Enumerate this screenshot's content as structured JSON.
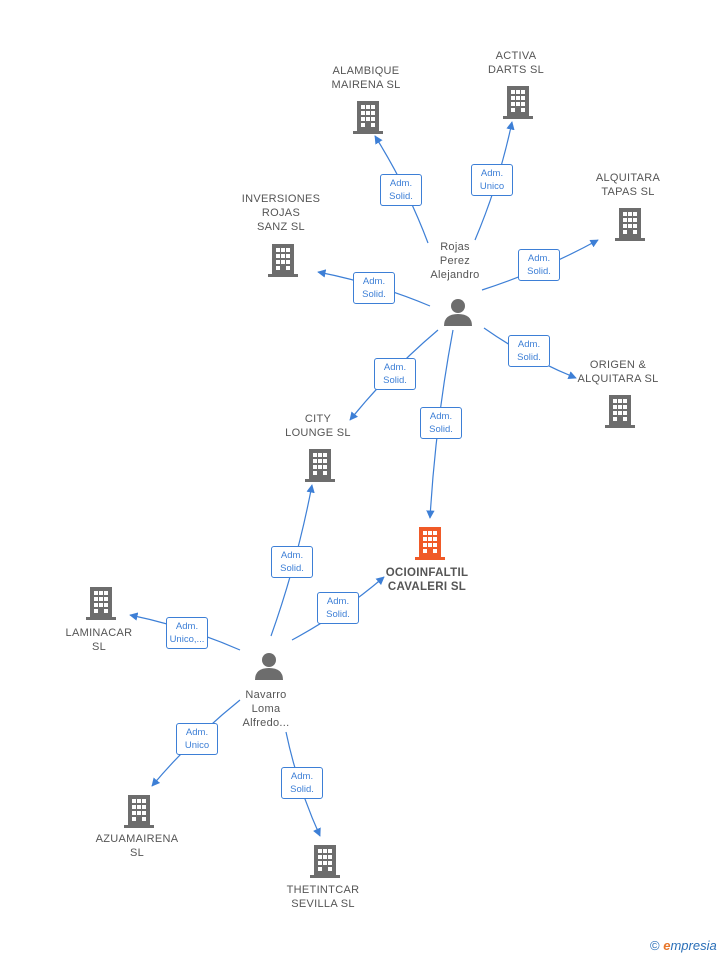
{
  "colors": {
    "edge": "#3d7fd6",
    "building": "#6d6d6d",
    "building_main": "#f05a28",
    "person": "#6d6d6d"
  },
  "people": [
    {
      "id": "rojas",
      "label": "Rojas\nPerez\nAlejandro"
    },
    {
      "id": "navarro",
      "label": "Navarro\nLoma\nAlfredo..."
    }
  ],
  "companies": [
    {
      "id": "alambique",
      "label": "ALAMBIQUE\nMAIRENA SL"
    },
    {
      "id": "activa",
      "label": "ACTIVA\nDARTS SL"
    },
    {
      "id": "alquitara_tapas",
      "label": "ALQUITARA\nTAPAS SL"
    },
    {
      "id": "inversiones",
      "label": "INVERSIONES\nROJAS\nSANZ SL"
    },
    {
      "id": "origen",
      "label": "ORIGEN &\nALQUITARA SL"
    },
    {
      "id": "city",
      "label": "CITY\nLOUNGE SL"
    },
    {
      "id": "ocioinfaltil",
      "label": "OCIOINFALTIL\nCAVALERI SL",
      "main": true
    },
    {
      "id": "laminacar",
      "label": "LAMINACAR\nSL"
    },
    {
      "id": "azuamairena",
      "label": "AZUAMAIRENA\nSL"
    },
    {
      "id": "thetintcar",
      "label": "THETINTCAR\nSEVILLA SL"
    }
  ],
  "relations": [
    {
      "from": "rojas",
      "to": "alambique",
      "label": [
        "Adm.",
        "Solid."
      ]
    },
    {
      "from": "rojas",
      "to": "activa",
      "label": [
        "Adm.",
        "Unico"
      ]
    },
    {
      "from": "rojas",
      "to": "alquitara_tapas",
      "label": [
        "Adm.",
        "Solid."
      ]
    },
    {
      "from": "rojas",
      "to": "inversiones",
      "label": [
        "Adm.",
        "Solid."
      ]
    },
    {
      "from": "rojas",
      "to": "origen",
      "label": [
        "Adm.",
        "Solid."
      ]
    },
    {
      "from": "rojas",
      "to": "city",
      "label": [
        "Adm.",
        "Solid."
      ]
    },
    {
      "from": "rojas",
      "to": "ocioinfaltil",
      "label": [
        "Adm.",
        "Solid."
      ]
    },
    {
      "from": "navarro",
      "to": "city",
      "label": [
        "Adm.",
        "Solid."
      ]
    },
    {
      "from": "navarro",
      "to": "ocioinfaltil",
      "label": [
        "Adm.",
        "Solid."
      ]
    },
    {
      "from": "navarro",
      "to": "laminacar",
      "label": [
        "Adm.",
        "Unico,..."
      ]
    },
    {
      "from": "navarro",
      "to": "azuamairena",
      "label": [
        "Adm.",
        "Unico"
      ]
    },
    {
      "from": "navarro",
      "to": "thetintcar",
      "label": [
        "Adm.",
        "Solid."
      ]
    }
  ],
  "footer": {
    "copyright": "©",
    "brand_initial": "e",
    "brand_rest": "mpresia"
  }
}
